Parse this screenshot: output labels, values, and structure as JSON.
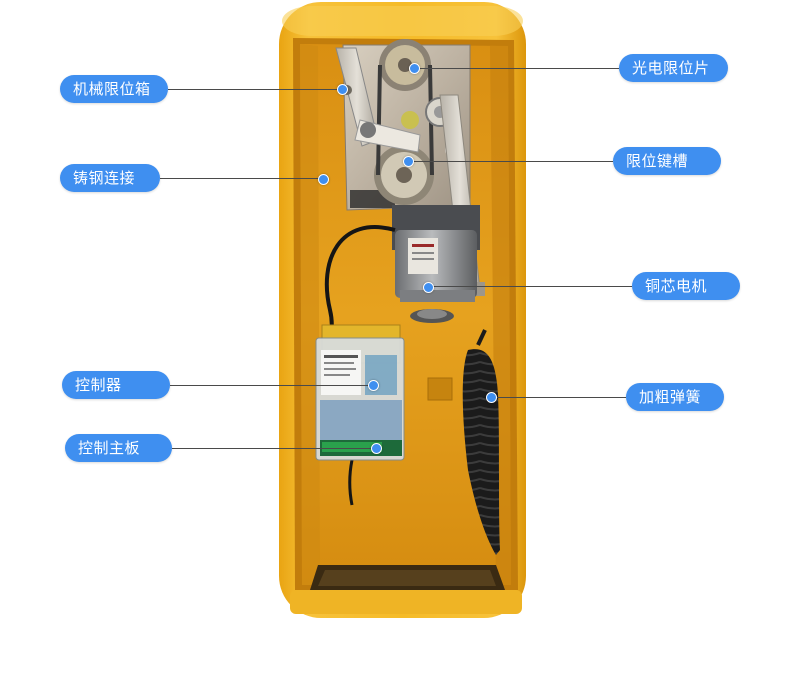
{
  "callouts": {
    "mechanical_limit_box": "机械限位箱",
    "cast_steel_connection": "铸钢连接",
    "controller": "控制器",
    "control_mainboard": "控制主板",
    "photoelectric_limit_plate": "光电限位片",
    "limit_keyway": "限位键槽",
    "copper_core_motor": "铜芯电机",
    "thickened_spring": "加粗弹簧"
  },
  "colors": {
    "tag_background": "#3f8ff0",
    "tag_text": "#ffffff",
    "cabinet_yellow": "#f2b417",
    "cabinet_interior": "#e5a01b",
    "leader_line": "#4a4a4a"
  }
}
